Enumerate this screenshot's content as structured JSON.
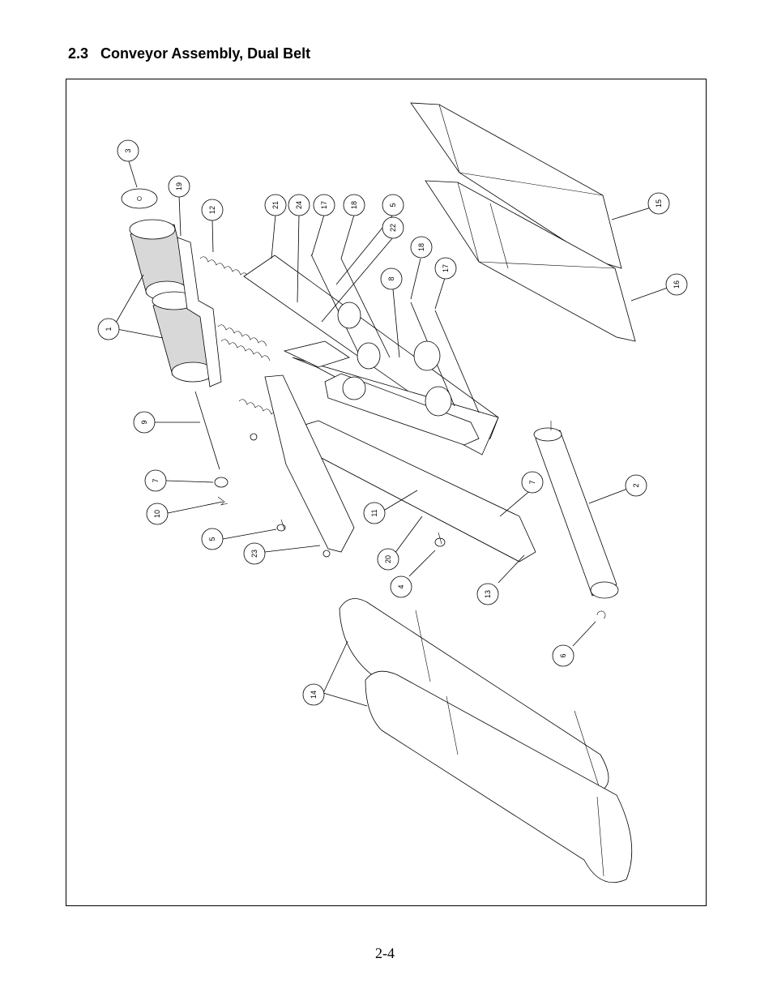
{
  "section": {
    "number": "2.3",
    "title": "Conveyor Assembly, Dual Belt"
  },
  "figure": {
    "callouts": [
      {
        "id": "c1",
        "label": "1"
      },
      {
        "id": "c2",
        "label": "2"
      },
      {
        "id": "c3",
        "label": "3"
      },
      {
        "id": "c4",
        "label": "4"
      },
      {
        "id": "c5a",
        "label": "5"
      },
      {
        "id": "c5b",
        "label": "5"
      },
      {
        "id": "c6",
        "label": "6"
      },
      {
        "id": "c7a",
        "label": "7"
      },
      {
        "id": "c7b",
        "label": "7"
      },
      {
        "id": "c8",
        "label": "8"
      },
      {
        "id": "c9",
        "label": "9"
      },
      {
        "id": "c10",
        "label": "10"
      },
      {
        "id": "c11",
        "label": "11"
      },
      {
        "id": "c12",
        "label": "12"
      },
      {
        "id": "c13",
        "label": "13"
      },
      {
        "id": "c14",
        "label": "14"
      },
      {
        "id": "c15",
        "label": "15"
      },
      {
        "id": "c16",
        "label": "16"
      },
      {
        "id": "c17a",
        "label": "17"
      },
      {
        "id": "c17b",
        "label": "17"
      },
      {
        "id": "c18a",
        "label": "18"
      },
      {
        "id": "c18b",
        "label": "18"
      },
      {
        "id": "c19",
        "label": "19"
      },
      {
        "id": "c20",
        "label": "20"
      },
      {
        "id": "c21",
        "label": "21"
      },
      {
        "id": "c22",
        "label": "22"
      },
      {
        "id": "c23",
        "label": "23"
      },
      {
        "id": "c24",
        "label": "24"
      }
    ]
  },
  "page_number": "2-4"
}
